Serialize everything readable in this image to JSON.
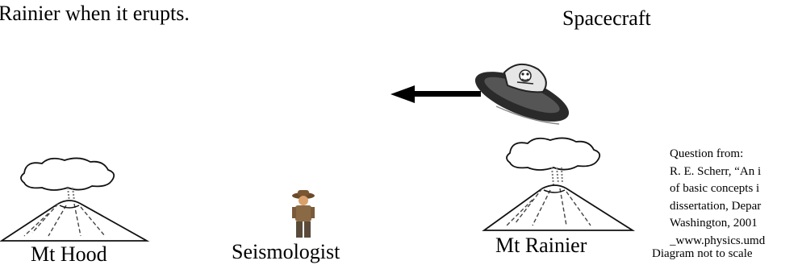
{
  "intro_text": "Rainier when it erupts.",
  "labels": {
    "spacecraft": "Spacecraft",
    "mt_hood": "Mt Hood",
    "seismologist": "Seismologist",
    "mt_rainier": "Mt Rainier",
    "scale_note": "Diagram not to scale"
  },
  "citation": {
    "lines": [
      "Question from:",
      "R. E. Scherr, “An i",
      "of basic concepts i",
      "dissertation, Depar",
      "Washington, 2001",
      "_www.physics.umd"
    ]
  },
  "icons": {
    "spacecraft": "flying-saucer-icon",
    "arrow": "left-arrow-icon",
    "volcano": "erupting-volcano-icon",
    "person": "explorer-figure-icon"
  }
}
